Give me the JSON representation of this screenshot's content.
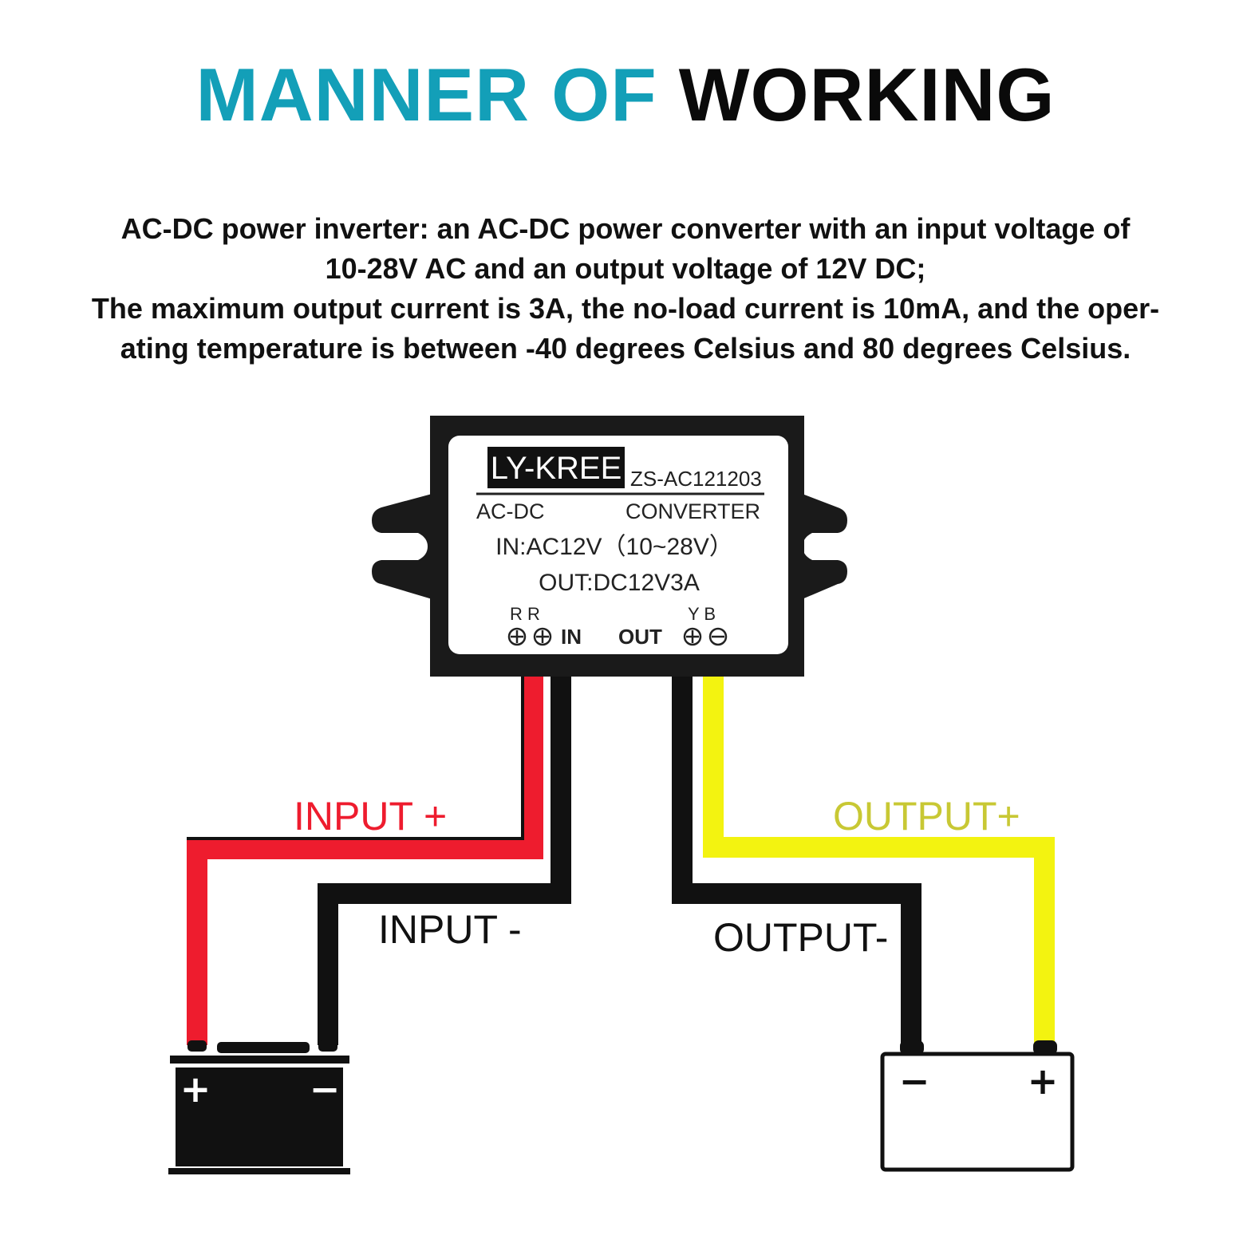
{
  "title": {
    "part1": "MANNER OF",
    "part2": "WORKING",
    "accent_color": "#139fb8"
  },
  "description": {
    "line1": "AC-DC power inverter: an AC-DC power converter with an input voltage of",
    "line2": "10-28V AC and an output voltage of 12V DC;",
    "line3": "The maximum output current is 3A, the no-load current is 10mA, and the oper-",
    "line4": "ating temperature is between -40 degrees Celsius and 80 degrees Celsius."
  },
  "device": {
    "brand": "LY-KREE",
    "model": "ZS-AC121203",
    "type_left": "AC-DC",
    "type_right": "CONVERTER",
    "input_spec": "IN:AC12V（10~28V）",
    "output_spec": "OUT:DC12V3A",
    "in_wire_letters": "R R",
    "in_label": "IN",
    "out_label": "OUT",
    "out_wire_letters": "Y B"
  },
  "wires": {
    "input_plus": "INPUT +",
    "input_minus": "INPUT -",
    "output_plus": "OUTPUT+",
    "output_minus": "OUTPUT-",
    "input_plus_color": "#ee1c2e",
    "output_plus_color": "#f3f310"
  },
  "batteries": {
    "input": {
      "left_symbol": "+",
      "right_symbol": "−"
    },
    "output": {
      "left_symbol": "−",
      "right_symbol": "+"
    }
  }
}
